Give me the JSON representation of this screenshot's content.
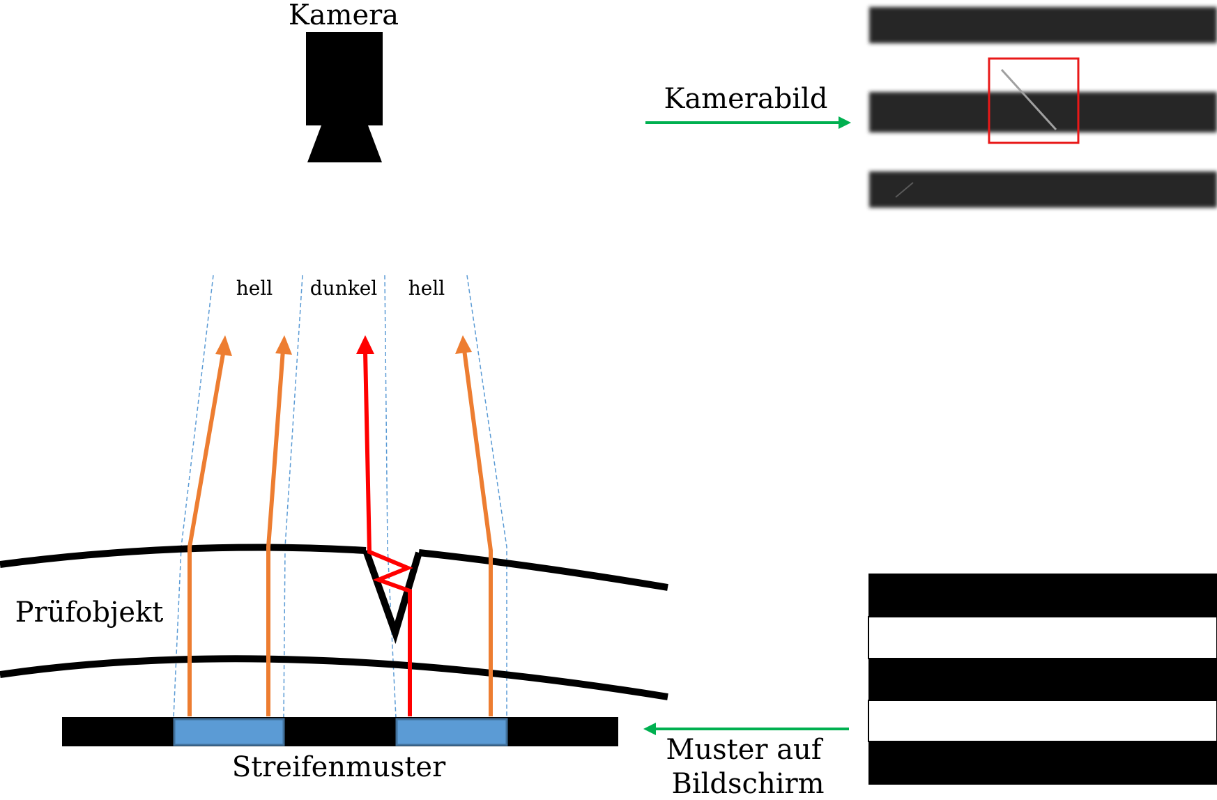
{
  "labels": {
    "camera": "Kamera",
    "camera_image": "Kamerabild",
    "test_object": "Prüfobjekt",
    "stripe_pattern": "Streifenmuster",
    "pattern_on_screen_line1": "Muster auf",
    "pattern_on_screen_line2": "Bildschirm",
    "zone_bright_left": "hell",
    "zone_dark": "dunkel",
    "zone_bright_right": "hell"
  },
  "colors": {
    "ray_normal": "#ed7d31",
    "ray_deflected": "#ff0000",
    "arrow_flow": "#00b050",
    "stripe_blue": "#5b9bd5",
    "stripe_blue_border": "#41719c",
    "guide_dash": "#5b9bd5",
    "defect_box": "#e81818",
    "black": "#000000"
  },
  "icons": {
    "camera": "camera-icon"
  }
}
